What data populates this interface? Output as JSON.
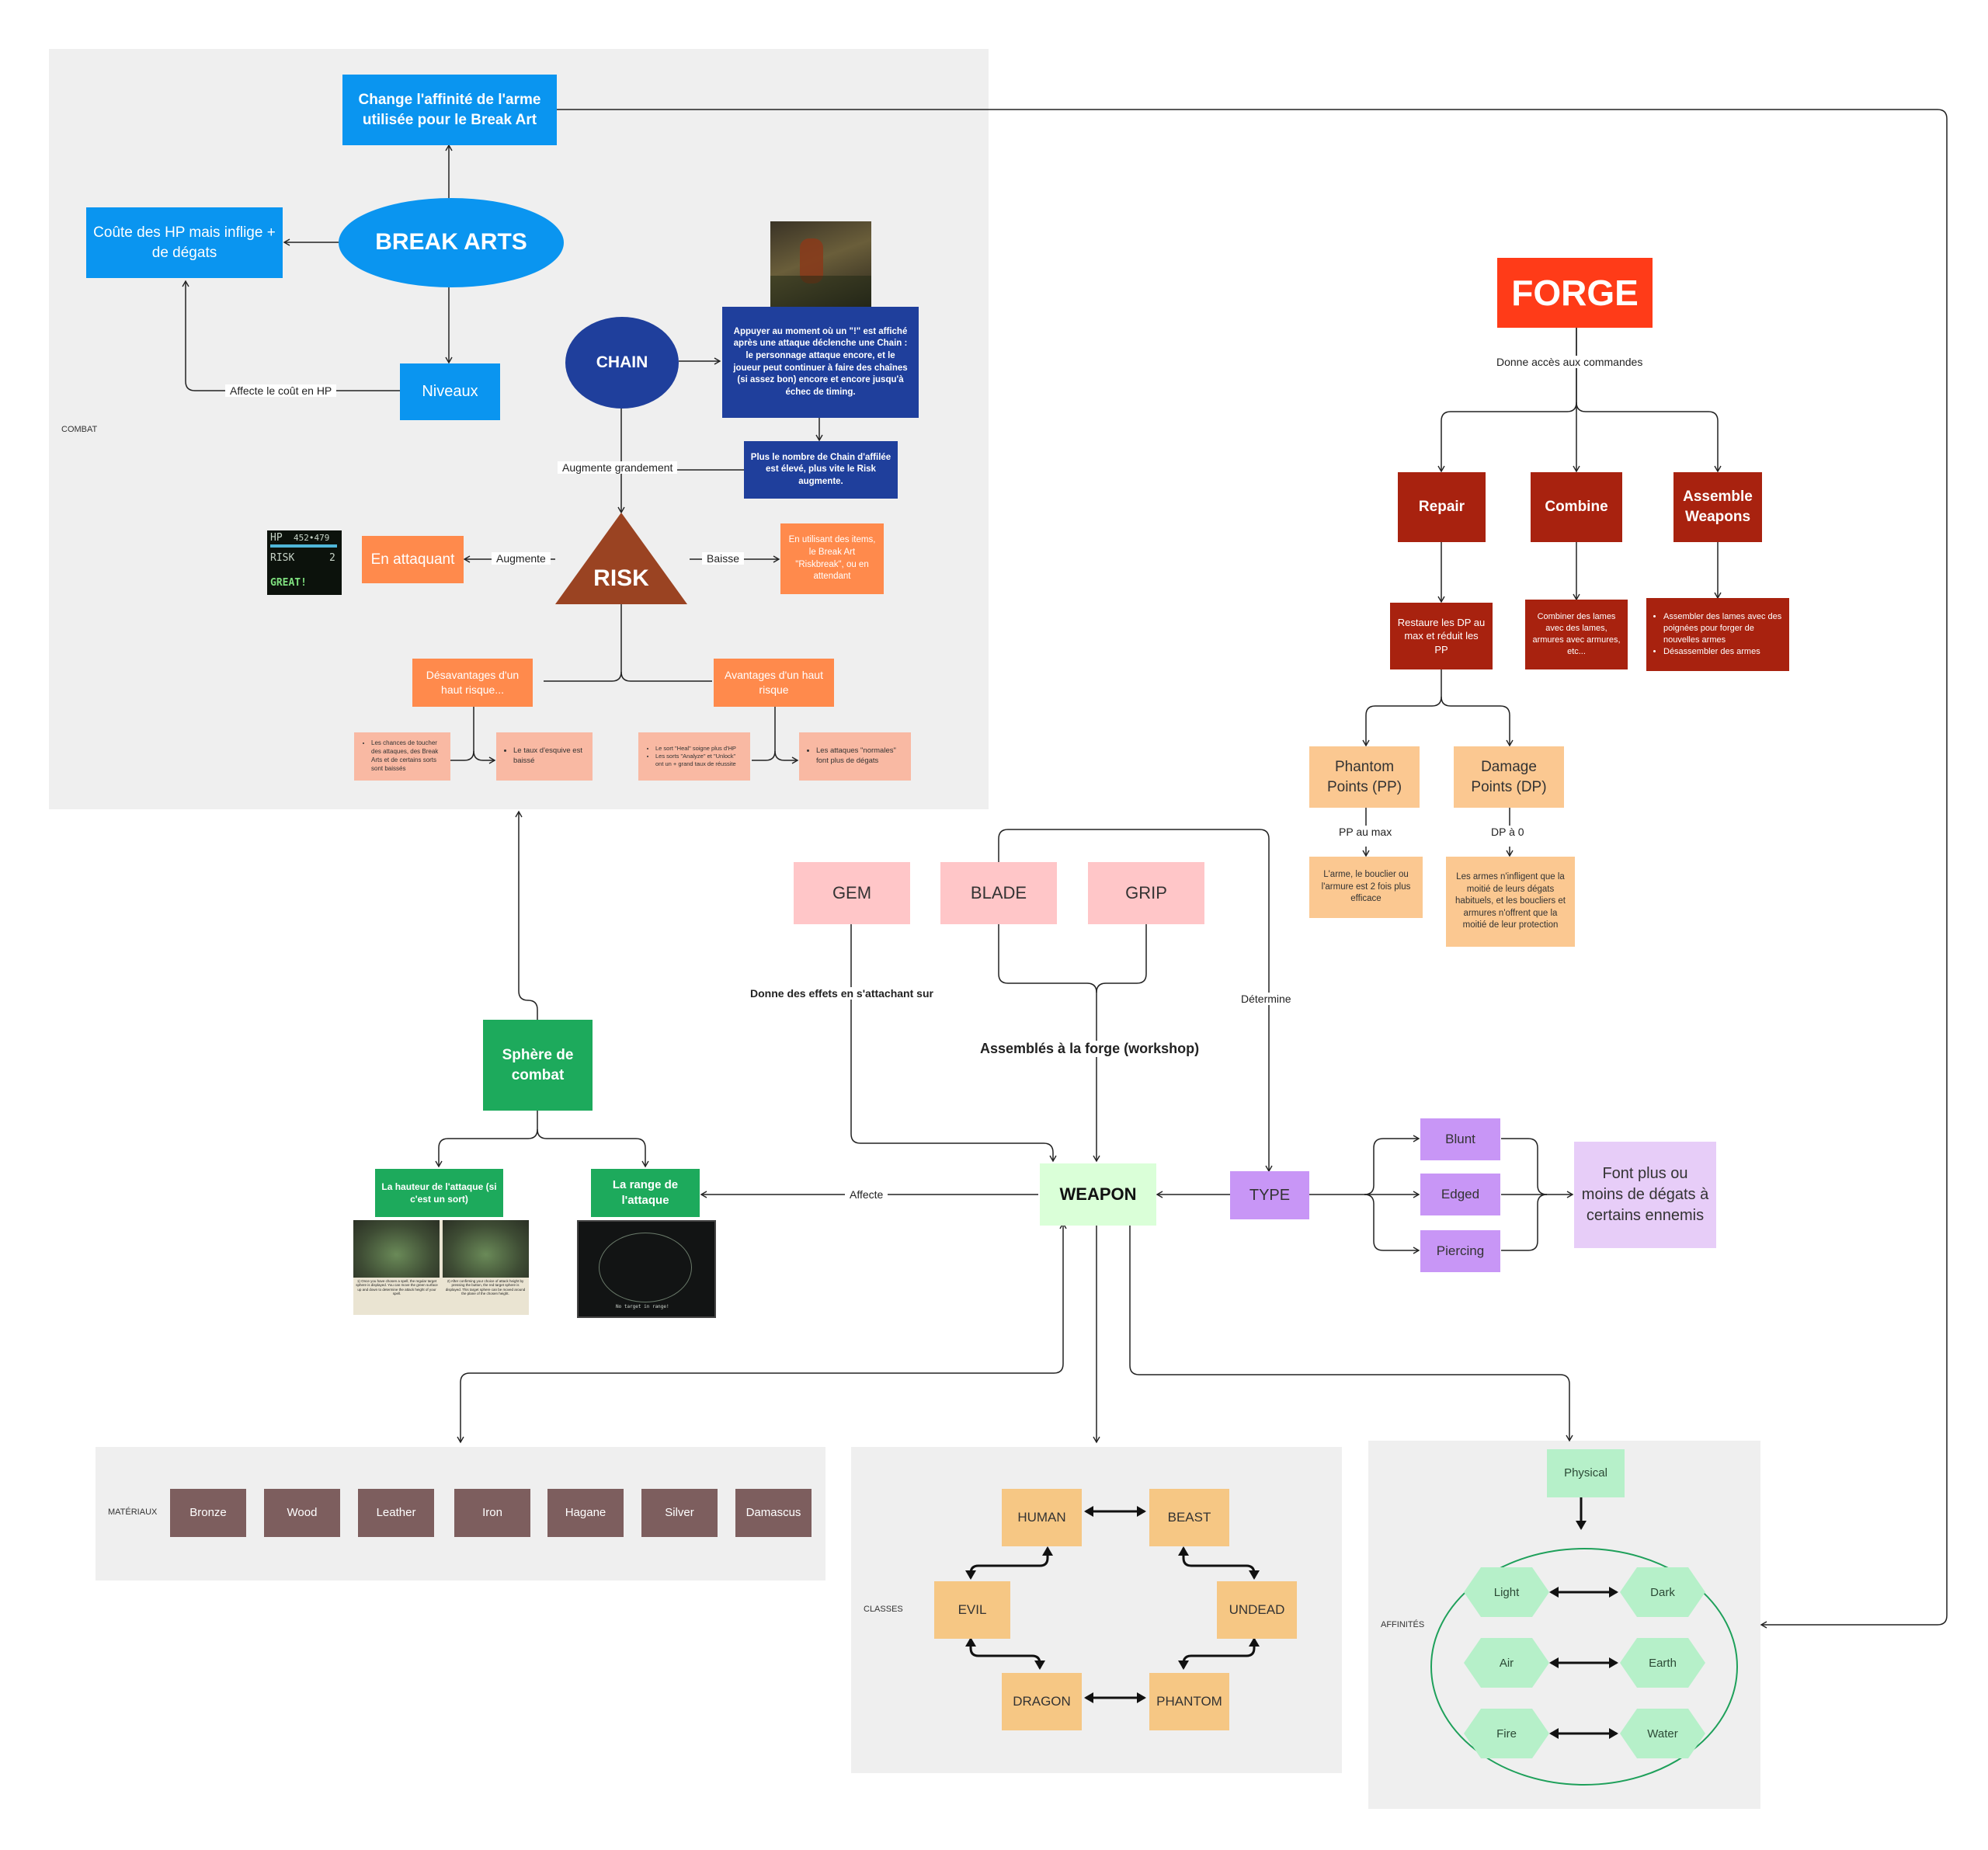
{
  "combat": {
    "section_label": "COMBAT",
    "change_affinity": "Change l'affinité de l'arme utilisée pour le Break Art",
    "break_arts": "BREAK ARTS",
    "hp_cost": "Coûte des HP mais inflige + de dégats",
    "affects_hp_cost": "Affecte le coût en HP",
    "levels": "Niveaux",
    "chain": "CHAIN",
    "chain_desc": "Appuyer au moment où un \"!\" est affiché après une attaque déclenche une Chain : le personnage attaque encore, et le joueur peut continuer à faire des chaînes (si assez bon) encore et encore jusqu'à échec de timing.",
    "chain_risk": "Plus le nombre de Chain d'affilée est élevé, plus vite le Risk augmente.",
    "greatly_increases": "Augmente grandement",
    "risk": "RISK",
    "increases": "Augmente",
    "attacking": "En attaquant",
    "decreases": "Baisse",
    "riskbreak": "En utilisant des items, le Break Art \"Riskbreak\", ou en attendant",
    "disadvantages": "Désavantages d'un haut risque...",
    "advantages": "Avantages d'un haut risque",
    "dis_1": "Les chances de toucher des attaques, des Break Arts et de certains sorts sont baissés",
    "dis_2": "Le taux d'esquive est baissé",
    "adv_1a": "Le sort \"Heal\" soigne plus d'HP",
    "adv_1b": "Les sorts \"Analyze\" et \"Unlock\" ont un + grand taux de réussite",
    "adv_2": "Les attaques \"normales\" font plus de dégats",
    "hud_hp": "HP",
    "hud_hp_val": "452•479",
    "hud_risk": "RISK",
    "hud_risk_val": "2",
    "hud_great": "GREAT!"
  },
  "forge": {
    "title": "FORGE",
    "access": "Donne accès aux commandes",
    "repair": "Repair",
    "combine": "Combine",
    "assemble": "Assemble Weapons",
    "repair_desc": "Restaure les DP au max et réduit les PP",
    "combine_desc": "Combiner des lames avec des lames, armures avec armures, etc...",
    "assemble_desc_1": "Assembler des lames avec des poignées pour forger de nouvelles armes",
    "assemble_desc_2": "Désassembler des armes",
    "pp": "Phantom Points (PP)",
    "dp": "Damage Points (DP)",
    "pp_max": "PP au max",
    "dp_zero": "DP à 0",
    "pp_desc": "L'arme, le bouclier ou l'armure est 2 fois plus efficace",
    "dp_desc": "Les armes n'infligent que la moitié de leurs dégats habituels, et les boucliers et armures n'offrent que la moitié de leur protection"
  },
  "weapon": {
    "gem": "GEM",
    "blade": "BLADE",
    "grip": "GRIP",
    "gem_effect": "Donne des effets en s'attachant sur",
    "assembled": "Assemblés à la forge (workshop)",
    "determines": "Détermine",
    "weapon": "WEAPON",
    "type": "TYPE",
    "affects": "Affecte",
    "blunt": "Blunt",
    "edged": "Edged",
    "piercing": "Piercing",
    "damage_vs": "Font plus ou moins de dégats à certains ennemis",
    "sphere": "Sphère de combat",
    "attack_height": "La hauteur de l'attaque (si c'est un sort)",
    "attack_range": "La range de l'attaque",
    "shot_caption_1": "1) Once you have chosen a spell, the regular target sphere is displayed. You can move the green surface up and down to determine the attack height of your spell.",
    "shot_caption_2": "2) After confirming your choice of attack height by pressing the button, the red target sphere is displayed. This target sphere can be moved around the plane of the chosen height.",
    "shot_no_target": "No target in range!"
  },
  "materials": {
    "label": "MATÉRIAUX",
    "items": [
      "Bronze",
      "Wood",
      "Leather",
      "Iron",
      "Hagane",
      "Silver",
      "Damascus"
    ]
  },
  "classes": {
    "label": "CLASSES",
    "human": "HUMAN",
    "beast": "BEAST",
    "evil": "EVIL",
    "undead": "UNDEAD",
    "dragon": "DRAGON",
    "phantom": "PHANTOM"
  },
  "affinities": {
    "label": "AFFINITÉS",
    "physical": "Physical",
    "light": "Light",
    "dark": "Dark",
    "air": "Air",
    "earth": "Earth",
    "fire": "Fire",
    "water": "Water"
  },
  "colors": {
    "bright_blue": "#0a95f0",
    "navy": "#1f3f9c",
    "risk_brown": "#9a4322",
    "orange": "#ff8a4c",
    "peach": "#f9b9a3",
    "forge_red": "#ff3b18",
    "dark_red": "#a8220f",
    "forge_tan": "#fbc891",
    "pink": "#ffc6c8",
    "light_green": "#daffd8",
    "lilac": "#c896f6",
    "pale_lilac": "#e7cdf8",
    "green": "#1daa5c",
    "mauve_brown": "#7d5e5e",
    "class_orange": "#f6c784",
    "affinity_green": "#b6f0c9",
    "panel_gray": "#efefef"
  }
}
